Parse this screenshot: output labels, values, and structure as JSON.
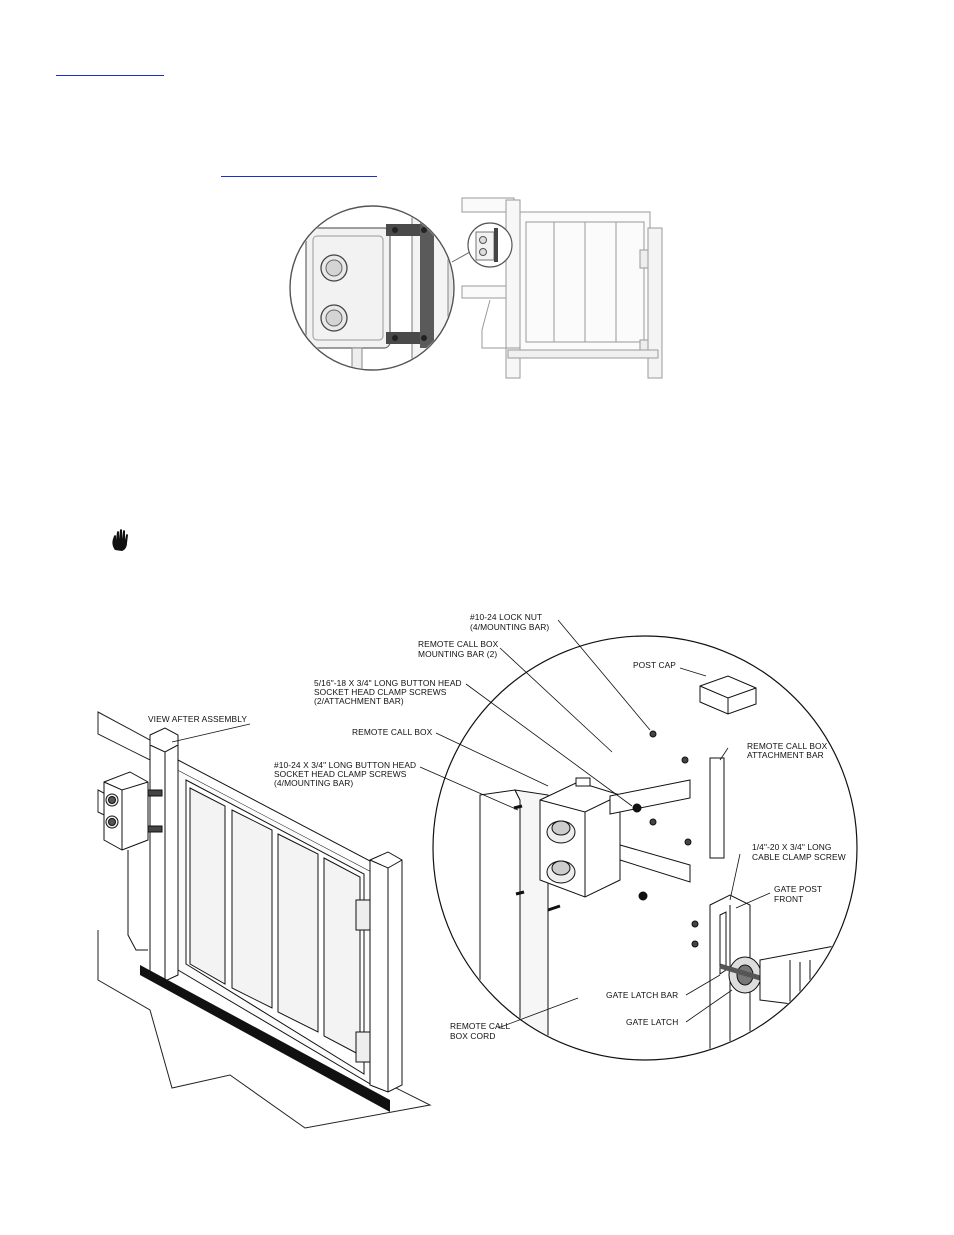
{
  "page": {
    "link_top": "",
    "link_inline": ""
  },
  "figure_callouts": {
    "view_after_assembly": "VIEW AFTER ASSEMBLY",
    "lock_nut_1": "#10-24 LOCK NUT",
    "lock_nut_2": "(4/MOUNTING BAR)",
    "mounting_bar_1": "REMOTE CALL BOX",
    "mounting_bar_2": "MOUNTING BAR (2)",
    "post_cap": "POST CAP",
    "clamp_screws_a_1": "5/16\"-18 X 3/4\" LONG BUTTON HEAD",
    "clamp_screws_a_2": "SOCKET HEAD CLAMP SCREWS",
    "clamp_screws_a_3": "(2/ATTACHMENT BAR)",
    "remote_call_box": "REMOTE CALL BOX",
    "attachment_bar_1": "REMOTE CALL BOX",
    "attachment_bar_2": "ATTACHMENT BAR",
    "clamp_screws_b_1": "#10-24 X 3/4\" LONG BUTTON HEAD",
    "clamp_screws_b_2": "SOCKET HEAD CLAMP SCREWS",
    "clamp_screws_b_3": "(4/MOUNTING BAR)",
    "cable_clamp_1": "1/4\"-20 X 3/4\" LONG",
    "cable_clamp_2": "CABLE CLAMP SCREW",
    "gate_post_front_1": "GATE POST",
    "gate_post_front_2": "FRONT",
    "gate_latch_bar": "GATE LATCH BAR",
    "gate_latch": "GATE LATCH",
    "call_box_cord_1": "REMOTE CALL",
    "call_box_cord_2": "BOX CORD"
  },
  "icons": {
    "caution": "hand-stop-icon"
  }
}
